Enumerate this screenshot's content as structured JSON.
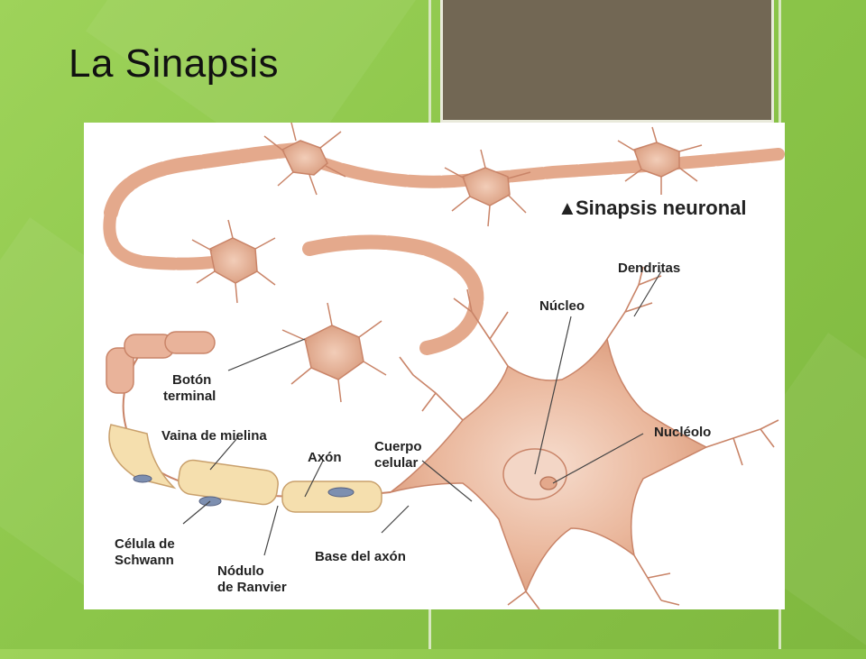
{
  "slide": {
    "title": "La Sinapsis"
  },
  "colors": {
    "background": "#8cc64a",
    "accent_box": "#726754",
    "neuron_fill": "#e9b79b",
    "myelin": "#f5dfae",
    "label_text": "#222222"
  },
  "diagram": {
    "caption_marker": "▲",
    "caption": "Sinapsis neuronal",
    "labels": {
      "dendritas": "Dendritas",
      "nucleo": "Núcleo",
      "boton_terminal_1": "Botón",
      "boton_terminal_2": "terminal",
      "vaina": "Vaina de mielina",
      "axon": "Axón",
      "cuerpo_1": "Cuerpo",
      "cuerpo_2": "celular",
      "nucleolo": "Nucléolo",
      "schwann_1": "Célula de",
      "schwann_2": "Schwann",
      "base_axon": "Base del axón",
      "nodulo_1": "Nódulo",
      "nodulo_2": "de Ranvier"
    }
  }
}
